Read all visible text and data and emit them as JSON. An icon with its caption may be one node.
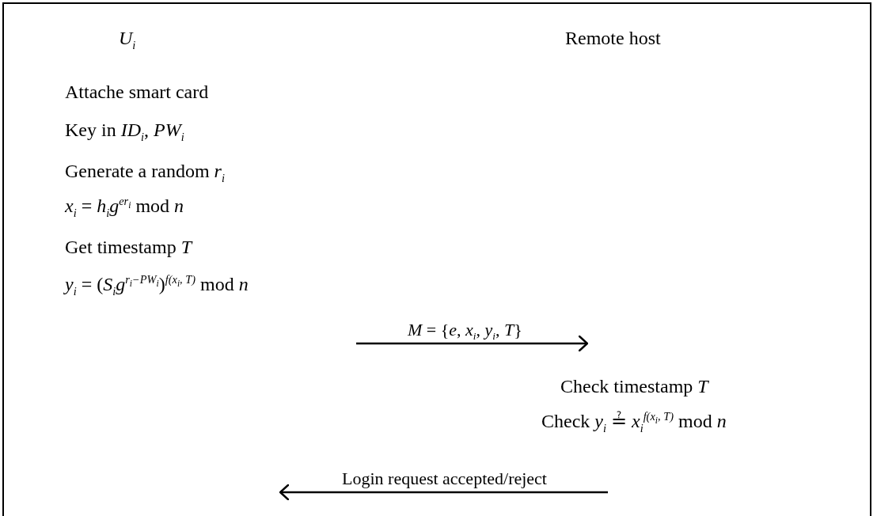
{
  "diagram": {
    "nodes": [
      {
        "text": [
          "*U*$_{i}$"
        ]
      },
      {
        "text": [
          "Remote host"
        ]
      }
    ],
    "labels": [
      "Attache smart card",
      "Key in *ID*$_{i}$, *PW*$_{i}$",
      "Generate a random *r*$_{i}$",
      "*x*$_{i}$ = *h*$_{i}$*g*$^{er}$$_{i}$ mod *n*",
      "Get timestamp *T*",
      "*y*$_{i}$ = (*S*$_{i}$*g*$^{r}$$_{i}$$^{−PW}$$_{i}$)$^{f(x}$$_{i}$$^{, T)}$ mod *n*",
      "*M* = {*e*, *x*$_{i}$, *y*$_{i}$, *T*}",
      "Check timestamp *T*",
      "Check *y*$_{i}$ ≟ *x*$_{i}$$^{f(x}$$_{i}$$^{, T)}$ mod *n*",
      "Login request accepted/reject"
    ]
  }
}
